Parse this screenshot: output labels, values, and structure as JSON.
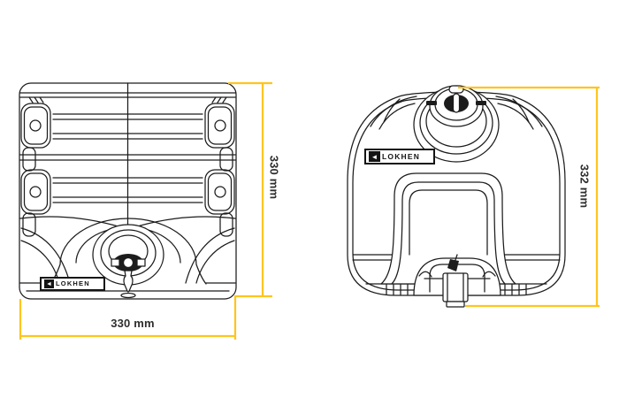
{
  "drawing": {
    "front_view": {
      "brand_label": "LOKHEN",
      "height_dimension": "330 mm",
      "width_dimension": "330 mm"
    },
    "side_view": {
      "brand_label": "LOKHEN",
      "height_dimension": "332 mm"
    }
  },
  "icons": {
    "brand_arrow": "◄"
  },
  "colors": {
    "dimension_line": "#ffc41e",
    "drawing_line": "#1c1c1c",
    "dimension_text": "#2e2e2e",
    "plate_frame": "#141414",
    "background": "#ffffff"
  }
}
